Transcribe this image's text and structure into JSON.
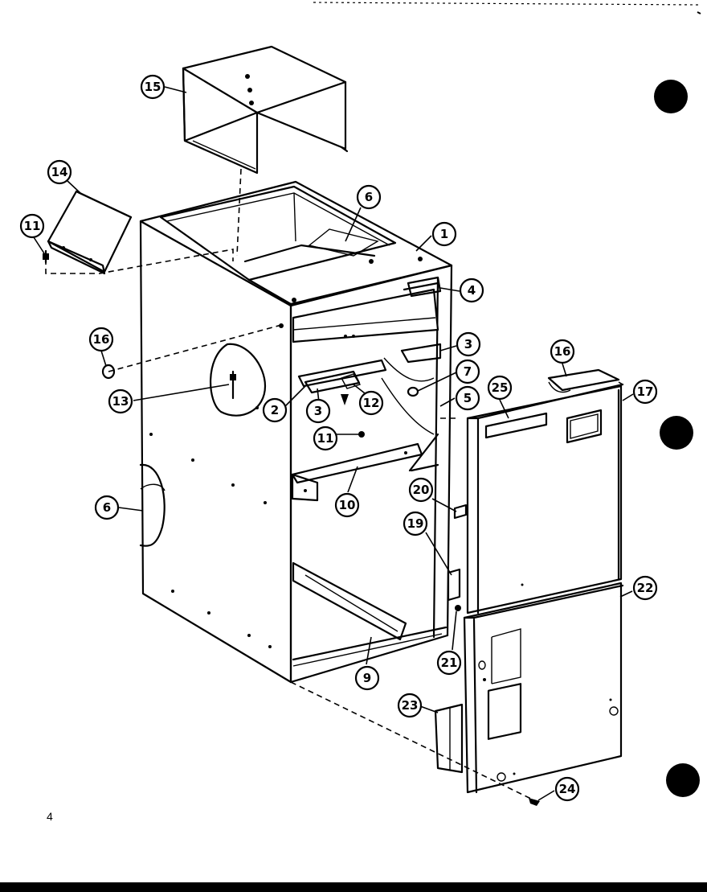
{
  "page_number": "4",
  "callouts": [
    {
      "id": "c1",
      "label": "1"
    },
    {
      "id": "c2",
      "label": "2"
    },
    {
      "id": "c3a",
      "label": "3"
    },
    {
      "id": "c3b",
      "label": "3"
    },
    {
      "id": "c4",
      "label": "4"
    },
    {
      "id": "c5",
      "label": "5"
    },
    {
      "id": "c6a",
      "label": "6"
    },
    {
      "id": "c6b",
      "label": "6"
    },
    {
      "id": "c7",
      "label": "7"
    },
    {
      "id": "c9",
      "label": "9"
    },
    {
      "id": "c10",
      "label": "10"
    },
    {
      "id": "c11a",
      "label": "11"
    },
    {
      "id": "c11b",
      "label": "11"
    },
    {
      "id": "c12",
      "label": "12"
    },
    {
      "id": "c13",
      "label": "13"
    },
    {
      "id": "c14",
      "label": "14"
    },
    {
      "id": "c15",
      "label": "15"
    },
    {
      "id": "c16a",
      "label": "16"
    },
    {
      "id": "c16b",
      "label": "16"
    },
    {
      "id": "c17",
      "label": "17"
    },
    {
      "id": "c19",
      "label": "19"
    },
    {
      "id": "c20",
      "label": "20"
    },
    {
      "id": "c21",
      "label": "21"
    },
    {
      "id": "c22",
      "label": "22"
    },
    {
      "id": "c23",
      "label": "23"
    },
    {
      "id": "c24",
      "label": "24"
    },
    {
      "id": "c25",
      "label": "25"
    }
  ]
}
